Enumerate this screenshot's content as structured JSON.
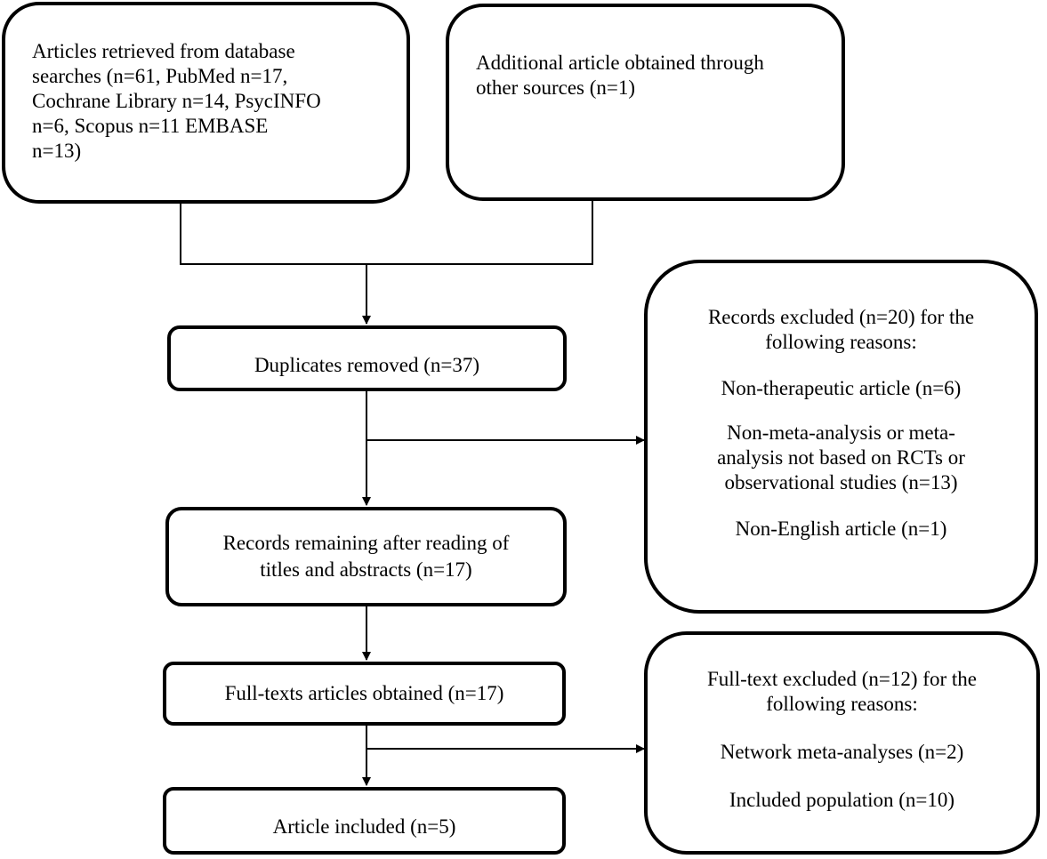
{
  "boxes": {
    "db_search": {
      "lines": [
        "Articles retrieved from database",
        "searches (n=61, PubMed n=17,",
        "Cochrane Library n=14, PsycINFO",
        "n=6, Scopus n=11 EMBASE",
        "n=13)"
      ]
    },
    "other_sources": {
      "lines": [
        "Additional article obtained through",
        "other sources (n=1)"
      ]
    },
    "duplicates": {
      "text": "Duplicates removed (n=37)"
    },
    "records_excluded": {
      "header": [
        "Records excluded (n=20) for the",
        "following reasons:"
      ],
      "reasons": [
        [
          "Non-therapeutic article (n=6)"
        ],
        [
          "Non-meta-analysis or meta-",
          "analysis not based on RCTs or",
          "observational studies (n=13)"
        ],
        [
          "Non-English article (n=1)"
        ]
      ]
    },
    "records_remaining": {
      "lines": [
        "Records remaining after reading of",
        "titles and abstracts (n=17)"
      ]
    },
    "full_texts": {
      "text": "Full-texts articles obtained (n=17)"
    },
    "fulltext_excluded": {
      "header": [
        "Full-text excluded (n=12) for the",
        "following reasons:"
      ],
      "reasons": [
        [
          "Network meta-analyses (n=2)"
        ],
        [
          "Included population (n=10)"
        ]
      ]
    },
    "included": {
      "text": "Article included (n=5)"
    }
  }
}
